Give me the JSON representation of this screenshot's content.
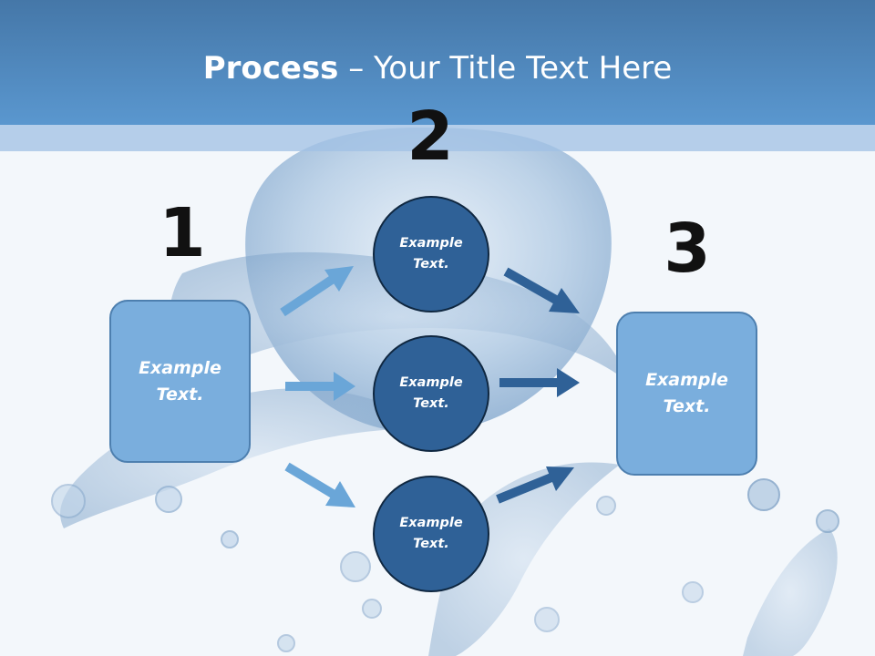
{
  "slide": {
    "title_bold": "Process",
    "title_rest": " – Your Title Text Here"
  },
  "colors": {
    "header": "#5a97cf",
    "box_fill": "#7aaedd",
    "circle_fill": "#2f6197",
    "arrow_light": "#6aa6d8",
    "arrow_dark": "#2f6197"
  },
  "steps": {
    "one": "1",
    "two": "2",
    "three": "3"
  },
  "nodes": {
    "left_box": [
      "Example",
      "Text."
    ],
    "circle_top": [
      "Example",
      "Text."
    ],
    "circle_middle": [
      "Example",
      "Text."
    ],
    "circle_bottom": [
      "Example",
      "Text."
    ],
    "right_box": [
      "Example",
      "Text."
    ]
  }
}
